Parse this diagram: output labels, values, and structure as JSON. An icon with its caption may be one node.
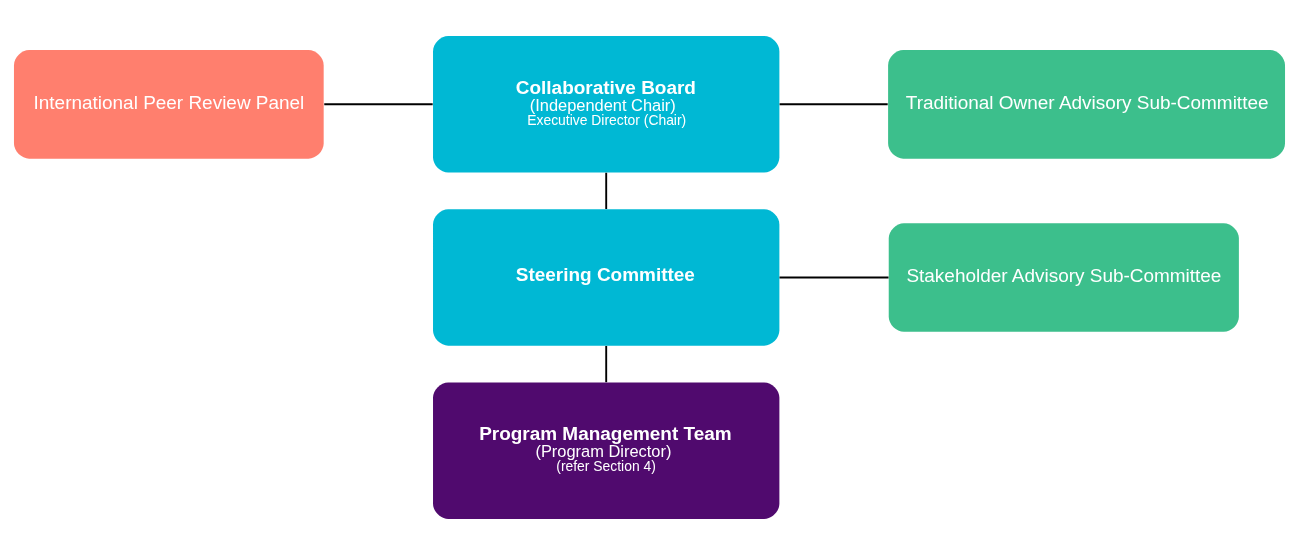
{
  "diagram": {
    "nodes": [
      {
        "text": [
          "International Peer Review Panel"
        ]
      },
      {
        "text": [
          "Collaborative Board",
          "(Independent Chair)",
          "Executive Director (Chair)"
        ]
      },
      {
        "text": [
          "Traditional Owner Advisory Sub-Committee"
        ]
      },
      {
        "text": [
          "Steering Committee"
        ]
      },
      {
        "text": [
          "Stakeholder Advisory Sub-Committee"
        ]
      },
      {
        "text": [
          "Program Management Team",
          "(Program Director)",
          "(refer Section 4)"
        ]
      }
    ],
    "edges": [
      {
        "from": 0,
        "to": 1,
        "arrow": "none"
      },
      {
        "from": 1,
        "to": 2,
        "arrow": "none"
      },
      {
        "from": 1,
        "to": 3,
        "arrow": "none"
      },
      {
        "from": 3,
        "to": 4,
        "arrow": "none"
      },
      {
        "from": 3,
        "to": 5,
        "arrow": "none"
      }
    ]
  }
}
